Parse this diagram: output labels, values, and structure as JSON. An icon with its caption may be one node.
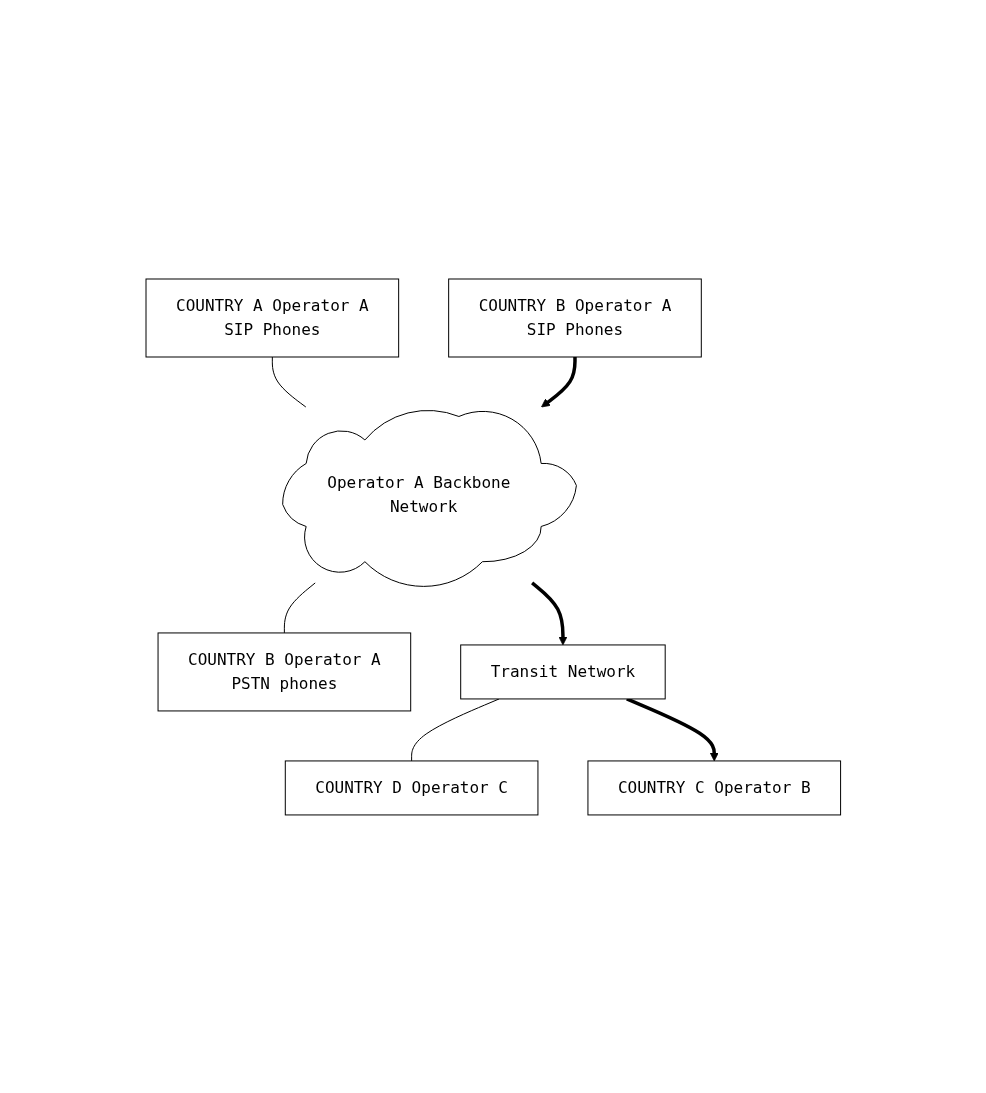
{
  "diagram": {
    "nodes": [
      {
        "text": [
          "COUNTRY A Operator A",
          "SIP Phones"
        ]
      },
      {
        "text": [
          "COUNTRY B Operator A",
          "SIP Phones"
        ]
      },
      {
        "text": [
          "Operator A Backbone Network"
        ]
      },
      {
        "text": [
          "COUNTRY B Operator A",
          "PSTN phones"
        ]
      },
      {
        "text": [
          "Transit Network"
        ]
      },
      {
        "text": [
          "COUNTRY D Operator C"
        ]
      },
      {
        "text": [
          "COUNTRY C Operator B"
        ]
      }
    ],
    "edges": [
      {
        "from": 0,
        "to": 2,
        "arrow": "none"
      },
      {
        "from": 1,
        "to": 2,
        "arrow": "to",
        "style": "thick"
      },
      {
        "from": 2,
        "to": 3,
        "arrow": "none"
      },
      {
        "from": 2,
        "to": 4,
        "arrow": "to",
        "style": "thick"
      },
      {
        "from": 4,
        "to": 5,
        "arrow": "none"
      },
      {
        "from": 4,
        "to": 6,
        "arrow": "to",
        "style": "thick"
      }
    ]
  }
}
